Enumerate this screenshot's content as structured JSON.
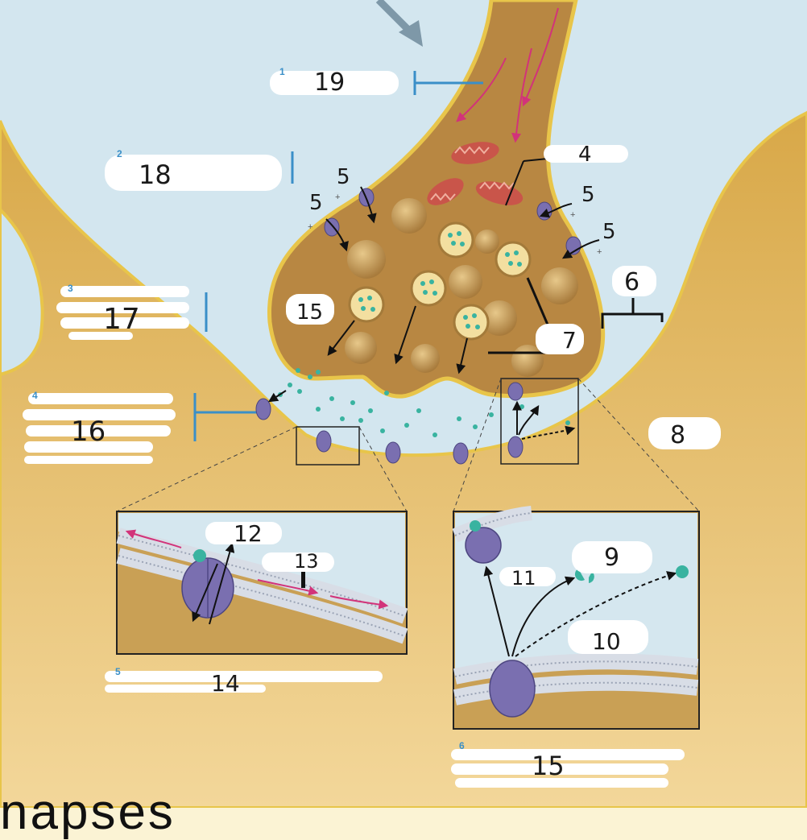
{
  "labels": {
    "l1": "19",
    "l2": "18",
    "l3": "17",
    "l4": "16",
    "l5": "14",
    "l6": "15",
    "n4": "4",
    "n5a": "5",
    "n5b": "5",
    "n5c": "5",
    "n5d": "5",
    "n6": "6",
    "n7": "7",
    "n8": "8",
    "n9": "9",
    "n10": "10",
    "n11": "11",
    "n12": "12",
    "n13": "13",
    "n15": "15"
  },
  "blue_numbers": {
    "b1": "1",
    "b2": "2",
    "b3": "3",
    "b4": "4",
    "b5": "5",
    "b6": "6"
  },
  "plus_sign": "+",
  "bottom_text": "napses",
  "colors": {
    "background": "#fbf3d4",
    "cleft": "#cfe4ee",
    "neuron": "#c8994a",
    "membrane": "#e8c54a",
    "vesicle_fill": "#f3dfa0",
    "neurotransmitter": "#39b3a0",
    "receptor": "#7a6fb0",
    "label_blue": "#3a8fc8",
    "arrow_magenta": "#d2337a"
  }
}
